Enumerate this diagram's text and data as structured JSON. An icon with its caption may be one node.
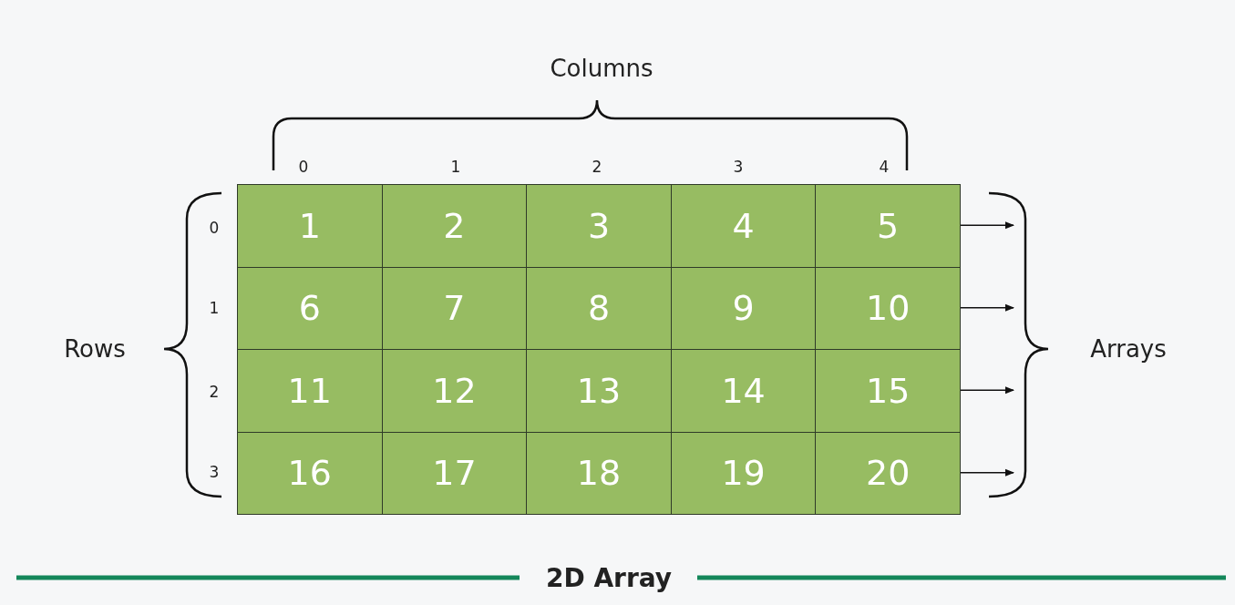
{
  "diagram": {
    "caption": "2D Array",
    "nodes": [
      {
        "text": [
          "1"
        ]
      },
      {
        "text": [
          "2"
        ]
      },
      {
        "text": [
          "3"
        ]
      },
      {
        "text": [
          "4"
        ]
      },
      {
        "text": [
          "5"
        ]
      },
      {
        "text": [
          "6"
        ]
      },
      {
        "text": [
          "7"
        ]
      },
      {
        "text": [
          "8"
        ]
      },
      {
        "text": [
          "9"
        ]
      },
      {
        "text": [
          "10"
        ]
      },
      {
        "text": [
          "11"
        ]
      },
      {
        "text": [
          "12"
        ]
      },
      {
        "text": [
          "13"
        ]
      },
      {
        "text": [
          "14"
        ]
      },
      {
        "text": [
          "15"
        ]
      },
      {
        "text": [
          "16"
        ]
      },
      {
        "text": [
          "17"
        ]
      },
      {
        "text": [
          "18"
        ]
      },
      {
        "text": [
          "19"
        ]
      },
      {
        "text": [
          "20"
        ]
      }
    ],
    "edges": [
      {
        "from": 4,
        "to": null,
        "arrow": "to"
      },
      {
        "from": 9,
        "to": null,
        "arrow": "to"
      },
      {
        "from": 14,
        "to": null,
        "arrow": "to"
      },
      {
        "from": 19,
        "to": null,
        "arrow": "to"
      }
    ],
    "labels": [
      "Columns",
      "0",
      "1",
      "2",
      "3",
      "4",
      "0",
      "1",
      "Rows",
      "Arrays",
      "2",
      "3"
    ]
  }
}
